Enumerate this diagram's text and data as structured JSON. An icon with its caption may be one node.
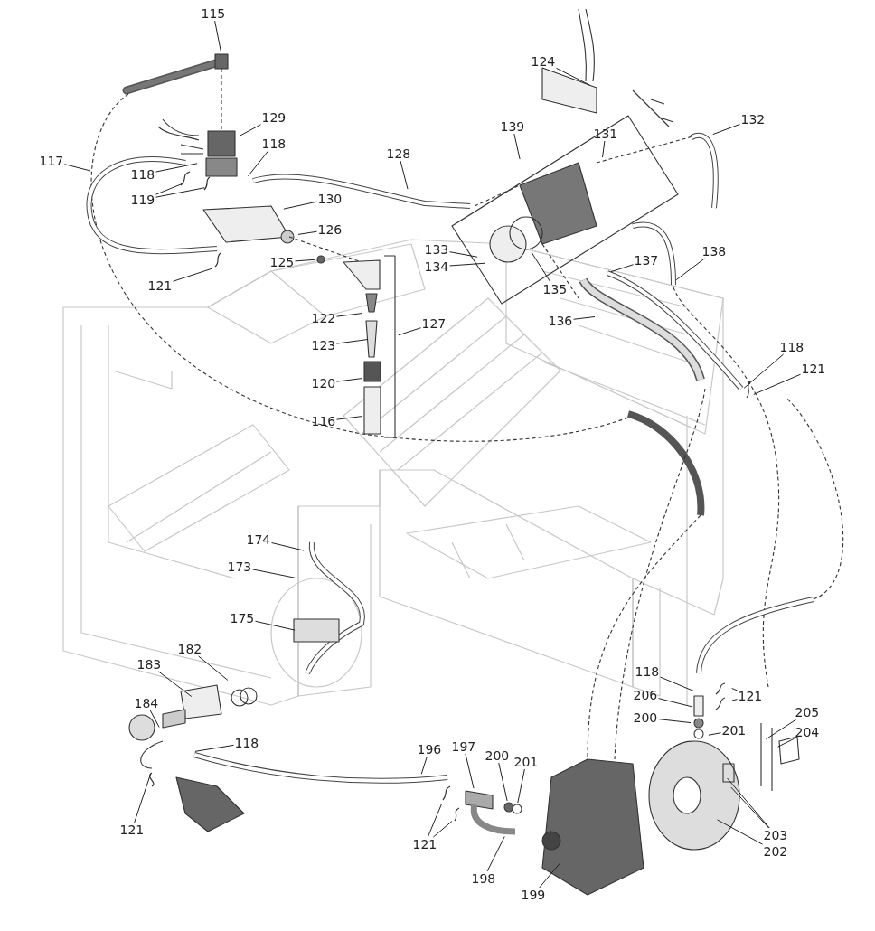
{
  "diagram": {
    "nodes": [
      {
        "text": [
          "115"
        ]
      },
      {
        "text": [
          "129"
        ]
      },
      {
        "text": [
          "118"
        ]
      },
      {
        "text": [
          "117"
        ]
      },
      {
        "text": [
          "118"
        ]
      },
      {
        "text": [
          "119"
        ]
      },
      {
        "text": [
          "128"
        ]
      },
      {
        "text": [
          "130"
        ]
      },
      {
        "text": [
          "126"
        ]
      },
      {
        "text": [
          "125"
        ]
      },
      {
        "text": [
          "121"
        ]
      },
      {
        "text": [
          "124"
        ]
      },
      {
        "text": [
          "139"
        ]
      },
      {
        "text": [
          "131"
        ]
      },
      {
        "text": [
          "132"
        ]
      },
      {
        "text": [
          "133"
        ]
      },
      {
        "text": [
          "134"
        ]
      },
      {
        "text": [
          "135"
        ]
      },
      {
        "text": [
          "137"
        ]
      },
      {
        "text": [
          "138"
        ]
      },
      {
        "text": [
          "136"
        ]
      },
      {
        "text": [
          "127"
        ]
      },
      {
        "text": [
          "122"
        ]
      },
      {
        "text": [
          "123"
        ]
      },
      {
        "text": [
          "120"
        ]
      },
      {
        "text": [
          "116"
        ]
      },
      {
        "text": [
          "118"
        ]
      },
      {
        "text": [
          "121"
        ]
      },
      {
        "text": [
          "174"
        ]
      },
      {
        "text": [
          "173"
        ]
      },
      {
        "text": [
          "175"
        ]
      },
      {
        "text": [
          "182"
        ]
      },
      {
        "text": [
          "183"
        ]
      },
      {
        "text": [
          "184"
        ]
      },
      {
        "text": [
          "118"
        ]
      },
      {
        "text": [
          "121"
        ]
      },
      {
        "text": [
          "196"
        ]
      },
      {
        "text": [
          "197"
        ]
      },
      {
        "text": [
          "200"
        ]
      },
      {
        "text": [
          "201"
        ]
      },
      {
        "text": [
          "198"
        ]
      },
      {
        "text": [
          "199"
        ]
      },
      {
        "text": [
          "121"
        ]
      },
      {
        "text": [
          "118"
        ]
      },
      {
        "text": [
          "121"
        ]
      },
      {
        "text": [
          "206"
        ]
      },
      {
        "text": [
          "200"
        ]
      },
      {
        "text": [
          "201"
        ]
      },
      {
        "text": [
          "205"
        ]
      },
      {
        "text": [
          "204"
        ]
      },
      {
        "text": [
          "203"
        ]
      },
      {
        "text": [
          "202"
        ]
      }
    ],
    "edges": [
      {
        "from": 0,
        "to": null,
        "arrow": "none"
      },
      {
        "from": 1,
        "to": null,
        "arrow": "none"
      },
      {
        "from": 2,
        "to": null,
        "arrow": "none"
      },
      {
        "from": 3,
        "to": null,
        "arrow": "none"
      },
      {
        "from": 4,
        "to": null,
        "arrow": "none"
      },
      {
        "from": 5,
        "to": null,
        "arrow": "none"
      },
      {
        "from": 5,
        "to": null,
        "arrow": "none"
      },
      {
        "from": 6,
        "to": null,
        "arrow": "none"
      },
      {
        "from": 7,
        "to": null,
        "arrow": "none"
      },
      {
        "from": 8,
        "to": null,
        "arrow": "none"
      },
      {
        "from": 9,
        "to": null,
        "arrow": "none"
      },
      {
        "from": 10,
        "to": null,
        "arrow": "none"
      },
      {
        "from": 11,
        "to": null,
        "arrow": "none"
      },
      {
        "from": 12,
        "to": null,
        "arrow": "none"
      },
      {
        "from": 13,
        "to": null,
        "arrow": "none"
      },
      {
        "from": 14,
        "to": null,
        "arrow": "none"
      },
      {
        "from": 15,
        "to": null,
        "arrow": "none"
      },
      {
        "from": 16,
        "to": null,
        "arrow": "none"
      },
      {
        "from": 17,
        "to": null,
        "arrow": "none"
      },
      {
        "from": 18,
        "to": null,
        "arrow": "none"
      },
      {
        "from": 19,
        "to": null,
        "arrow": "none"
      },
      {
        "from": 20,
        "to": null,
        "arrow": "none"
      },
      {
        "from": 21,
        "to": null,
        "arrow": "none"
      },
      {
        "from": 22,
        "to": null,
        "arrow": "none"
      },
      {
        "from": 23,
        "to": null,
        "arrow": "none"
      },
      {
        "from": 24,
        "to": null,
        "arrow": "none"
      },
      {
        "from": 25,
        "to": null,
        "arrow": "none"
      },
      {
        "from": 26,
        "to": null,
        "arrow": "none"
      },
      {
        "from": 27,
        "to": null,
        "arrow": "none"
      },
      {
        "from": 28,
        "to": null,
        "arrow": "none"
      },
      {
        "from": 29,
        "to": null,
        "arrow": "none"
      },
      {
        "from": 30,
        "to": null,
        "arrow": "none"
      },
      {
        "from": 31,
        "to": null,
        "arrow": "none"
      },
      {
        "from": 32,
        "to": null,
        "arrow": "none"
      },
      {
        "from": 33,
        "to": null,
        "arrow": "none"
      },
      {
        "from": 34,
        "to": null,
        "arrow": "none"
      },
      {
        "from": 35,
        "to": null,
        "arrow": "none"
      },
      {
        "from": 36,
        "to": null,
        "arrow": "none"
      },
      {
        "from": 37,
        "to": null,
        "arrow": "none"
      },
      {
        "from": 38,
        "to": null,
        "arrow": "none"
      },
      {
        "from": 39,
        "to": null,
        "arrow": "none"
      },
      {
        "from": 40,
        "to": null,
        "arrow": "none"
      },
      {
        "from": 41,
        "to": null,
        "arrow": "none"
      },
      {
        "from": 42,
        "to": null,
        "arrow": "none"
      },
      {
        "from": 42,
        "to": null,
        "arrow": "none"
      },
      {
        "from": 43,
        "to": null,
        "arrow": "none"
      },
      {
        "from": 44,
        "to": null,
        "arrow": "none"
      },
      {
        "from": 44,
        "to": null,
        "arrow": "none"
      },
      {
        "from": 45,
        "to": null,
        "arrow": "none"
      },
      {
        "from": 46,
        "to": null,
        "arrow": "none"
      },
      {
        "from": 47,
        "to": null,
        "arrow": "none"
      },
      {
        "from": 48,
        "to": null,
        "arrow": "none"
      },
      {
        "from": 49,
        "to": null,
        "arrow": "none"
      },
      {
        "from": 50,
        "to": null,
        "arrow": "none"
      },
      {
        "from": 50,
        "to": null,
        "arrow": "none"
      },
      {
        "from": 51,
        "to": null,
        "arrow": "none"
      }
    ]
  }
}
